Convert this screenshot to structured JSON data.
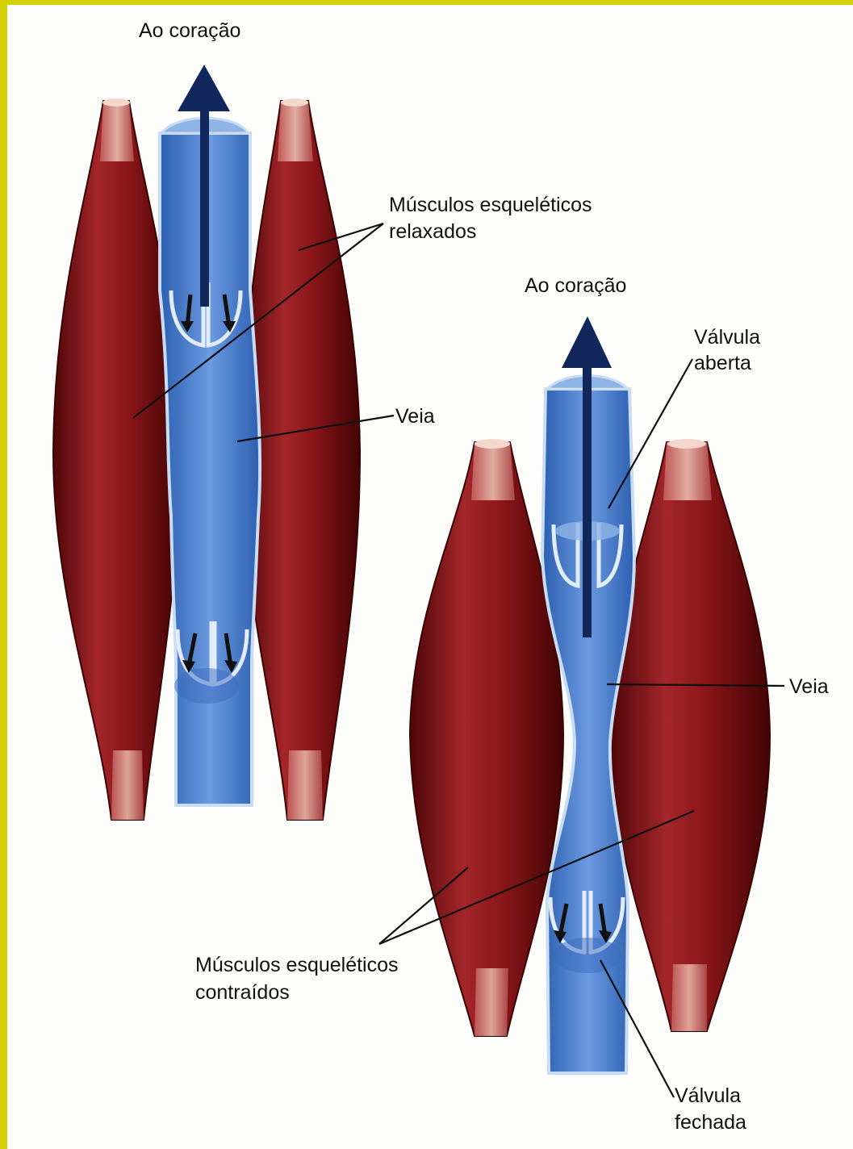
{
  "labels": {
    "top_heart": "Ao coração",
    "relaxed_line1": "Músculos esqueléticos",
    "relaxed_line2": "relaxados",
    "vein_left": "Veia",
    "right_heart": "Ao coração",
    "open_valve_line1": "Válvula",
    "open_valve_line2": "aberta",
    "vein_right": "Veia",
    "contracted_line1": "Músculos esqueléticos",
    "contracted_line2": "contraídos",
    "closed_valve_line1": "Válvula",
    "closed_valve_line2": "fechada"
  },
  "colors": {
    "frame": "#d4cf00",
    "muscle": "#8e1a1c",
    "vein": "#4f86d2",
    "arrow": "#12285c"
  }
}
